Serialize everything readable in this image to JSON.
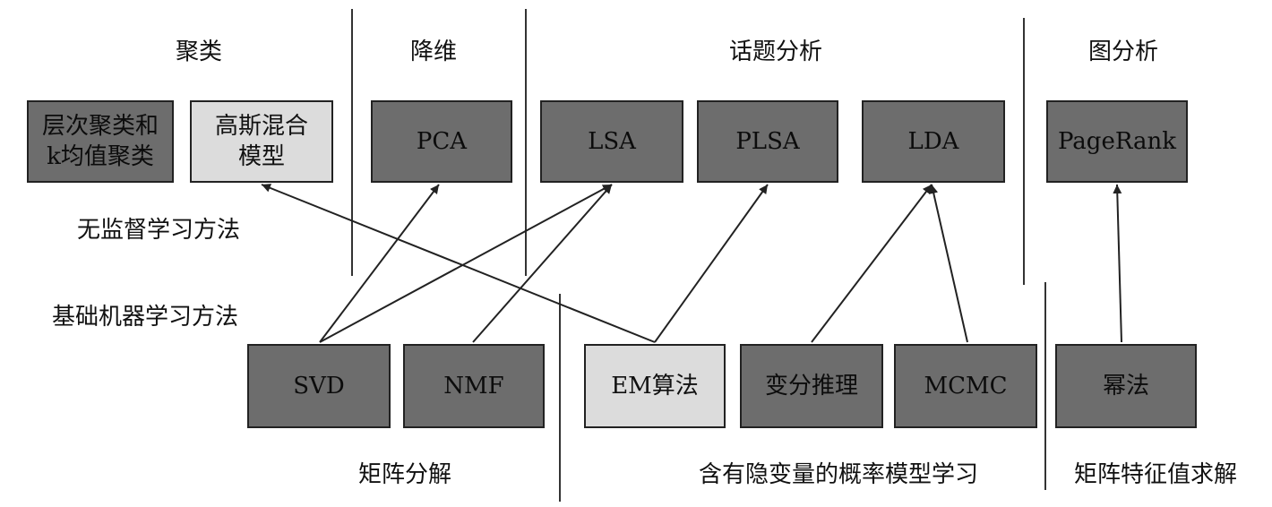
{
  "top_categories": [
    {
      "id": "clustering",
      "label": "聚类"
    },
    {
      "id": "dim-reduction",
      "label": "降维"
    },
    {
      "id": "topic-analysis",
      "label": "话题分析"
    },
    {
      "id": "graph-analysis",
      "label": "图分析"
    }
  ],
  "unsupervised_methods": [
    {
      "id": "hierarchical-kmeans",
      "label": "层次聚类和\nk均值聚类",
      "shade": "dark"
    },
    {
      "id": "gmm",
      "label": "高斯混合\n模型",
      "shade": "light"
    },
    {
      "id": "pca",
      "label": "PCA",
      "shade": "dark"
    },
    {
      "id": "lsa",
      "label": "LSA",
      "shade": "dark"
    },
    {
      "id": "plsa",
      "label": "PLSA",
      "shade": "dark"
    },
    {
      "id": "lda",
      "label": "LDA",
      "shade": "dark"
    },
    {
      "id": "pagerank",
      "label": "PageRank",
      "shade": "dark"
    }
  ],
  "row_labels": {
    "unsupervised": "无监督学习方法",
    "basic": "基础机器学习方法"
  },
  "basic_methods": [
    {
      "id": "svd",
      "label": "SVD",
      "shade": "dark"
    },
    {
      "id": "nmf",
      "label": "NMF",
      "shade": "dark"
    },
    {
      "id": "em",
      "label": "EM算法",
      "shade": "light"
    },
    {
      "id": "variational",
      "label": "变分推理",
      "shade": "dark"
    },
    {
      "id": "mcmc",
      "label": "MCMC",
      "shade": "dark"
    },
    {
      "id": "power-method",
      "label": "幂法",
      "shade": "dark"
    }
  ],
  "bottom_categories": [
    {
      "id": "matrix-factorization",
      "label": "矩阵分解"
    },
    {
      "id": "latent-prob-models",
      "label": "含有隐变量的概率模型学习"
    },
    {
      "id": "eigen-solving",
      "label": "矩阵特征值求解"
    }
  ],
  "edges": [
    {
      "from": "svd",
      "to": "pca"
    },
    {
      "from": "svd",
      "to": "lsa"
    },
    {
      "from": "nmf",
      "to": "lsa"
    },
    {
      "from": "em",
      "to": "gmm"
    },
    {
      "from": "em",
      "to": "plsa"
    },
    {
      "from": "variational",
      "to": "lda"
    },
    {
      "from": "mcmc",
      "to": "lda"
    },
    {
      "from": "power-method",
      "to": "pagerank"
    }
  ],
  "colors": {
    "dark_box": "#6d6d6d",
    "light_box": "#dcdcdc",
    "line": "#222222"
  }
}
